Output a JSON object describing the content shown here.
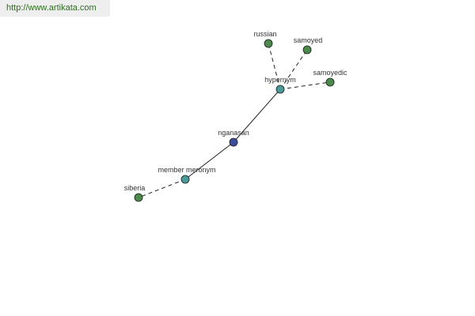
{
  "site": {
    "url": "http://www.artikata.com"
  },
  "graph": {
    "nodes": [
      {
        "id": "nganasan",
        "label": "nganasan",
        "color": "#3a4f9a"
      },
      {
        "id": "hypernym",
        "label": "hypernym",
        "color": "#4a9a9a"
      },
      {
        "id": "member-meronym",
        "label": "member meronym",
        "color": "#4a9a9a"
      },
      {
        "id": "russian",
        "label": "russian",
        "color": "#4a8a4a"
      },
      {
        "id": "samoyed",
        "label": "samoyed",
        "color": "#4a8a4a"
      },
      {
        "id": "samoyedic",
        "label": "samoyedic",
        "color": "#4a8a4a"
      },
      {
        "id": "siberia",
        "label": "siberia",
        "color": "#4a8a4a"
      }
    ],
    "edges": [
      {
        "from": "nganasan",
        "to": "hypernym",
        "style": "solid"
      },
      {
        "from": "nganasan",
        "to": "member-meronym",
        "style": "solid"
      },
      {
        "from": "hypernym",
        "to": "russian",
        "style": "dashed"
      },
      {
        "from": "hypernym",
        "to": "samoyed",
        "style": "dashed"
      },
      {
        "from": "hypernym",
        "to": "samoyedic",
        "style": "dashed"
      },
      {
        "from": "member-meronym",
        "to": "siberia",
        "style": "dashed"
      }
    ]
  }
}
